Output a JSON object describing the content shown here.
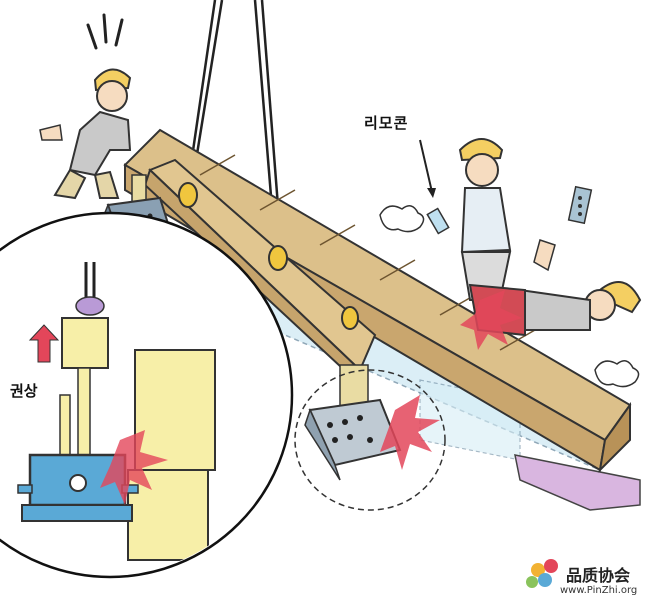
{
  "labels": {
    "remote": "리모콘",
    "lift_up": "권상"
  },
  "watermark": {
    "name": "品质协会",
    "url": "www.PinZhi.org"
  },
  "colors": {
    "beam_wood": "#dcc08a",
    "glass_blue": "#cfe9f3",
    "hardhat": "#f4cf62",
    "magnet_lifter": "#8aa0b3",
    "magnet_detail": "#5aa9d6",
    "impact": "#e3465a",
    "support_pad": "#d9b6e0"
  }
}
